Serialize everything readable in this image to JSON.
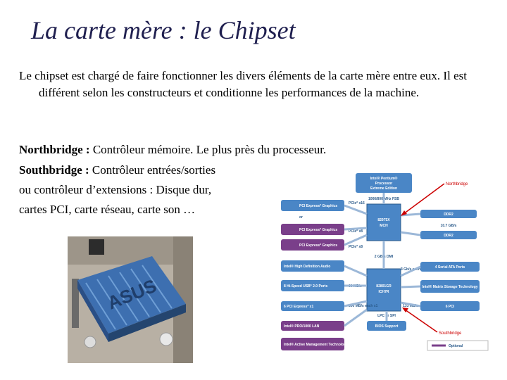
{
  "slide": {
    "title": "La carte mère : le Chipset",
    "intro": "Le chipset est chargé de faire fonctionner les divers éléments de la carte mère entre eux. Il est différent selon les constructeurs et conditionne les performances de la machine.",
    "northbridge_term": "Northbridge :",
    "northbridge_desc": " Contrôleur mémoire. Le plus près du processeur.",
    "southbridge_term": "Southbridge :",
    "southbridge_desc": " Contrôleur entrées/sorties",
    "southbridge_line2": "ou contrôleur d’extensions : Disque dur,",
    "southbridge_line3": "cartes PCI, carte réseau, carte son …"
  },
  "photo": {
    "brand": "ASUS"
  },
  "diagram": {
    "cpu_line1": "Intel® Pentium®",
    "cpu_line2": "Processor",
    "cpu_line3": "Extreme Edition",
    "northbridge_label": "Northbridge",
    "southbridge_label": "Southbridge",
    "fsb": "1066/800 MHz FSB",
    "mch_line1": "82975X",
    "mch_line2": "MCH",
    "ich_line1": "82801GR",
    "ich_line2": "ICH7R",
    "pcie_graphics_1": "PCI Express* Graphics",
    "or": "or",
    "pcie_graphics_2": "PCI Express* Graphics",
    "pcie_graphics_3": "PCI Express* Graphics",
    "pcie_x16": "PCIe* x16",
    "pcie_x8_1": "PCIe* x8",
    "pcie_x8_2": "PCIe* x8",
    "ddr2_1": "DDR2",
    "ddr2_2": "DDR2",
    "mem_bw": "10.7 GB/s",
    "dmi": "2 GB/s DMI",
    "hd_audio": "Intel® High Definition Audio",
    "usb": "8 Hi-Speed USB* 2.0 Ports",
    "usb_bw": "60 MB/s",
    "pcie_x1": "6 PCI Express* x1",
    "pcie_x1_bw": "500 MB/s each x1",
    "lan": "Intel® PRO/1000 LAN",
    "lpc": "LPC or SPI",
    "bios": "BIOS Support",
    "amt": "Intel® Active Management Technology",
    "sata": "4 Serial ATA Ports",
    "sata_bw": "3 Gb/s each",
    "matrix": "Intel® Matrix Storage Technology",
    "pci": "6 PCI",
    "pci_bw": "133 MB/s",
    "optional": "Optional"
  },
  "colors": {
    "title": "#1f1f4f",
    "box_blue": "#4a86c6",
    "box_purple": "#7a3f8a",
    "arrow_red": "#cc0000"
  }
}
